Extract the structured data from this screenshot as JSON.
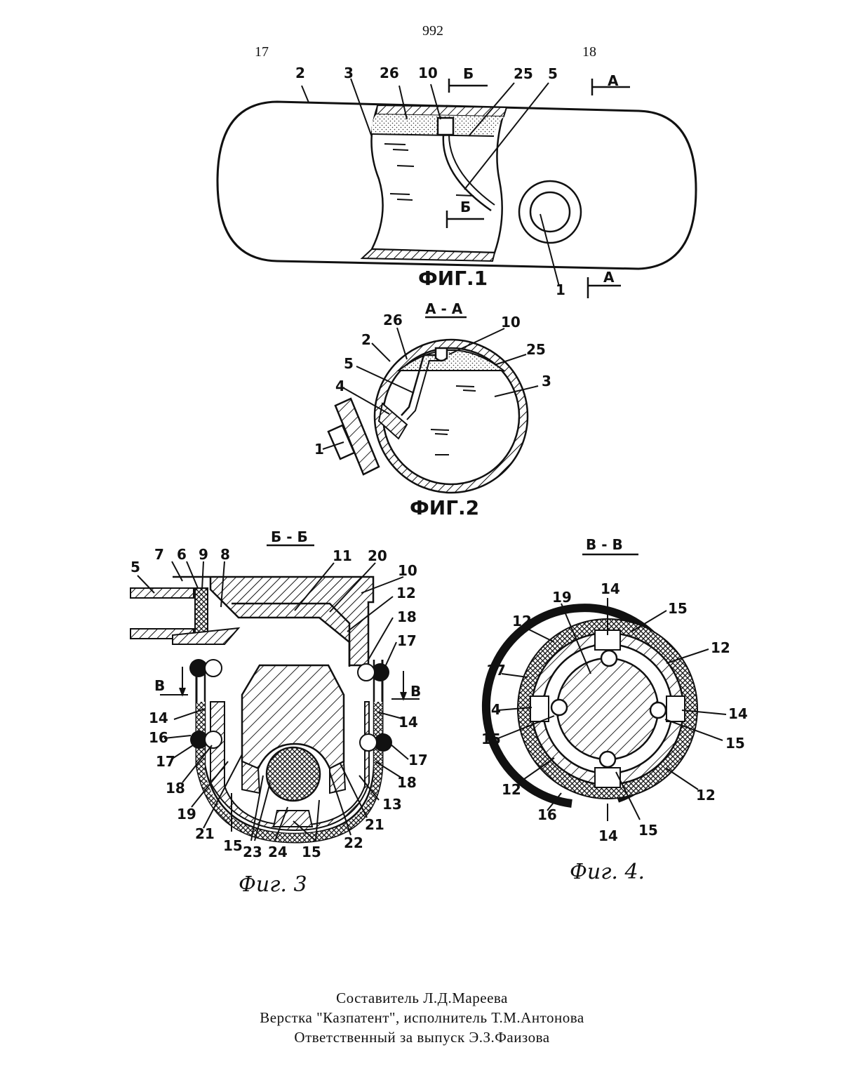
{
  "page": {
    "number": "992",
    "col_left": "17",
    "col_right": "18"
  },
  "fig1": {
    "caption": "ФИГ.1",
    "labels": {
      "l2": "2",
      "l3": "3",
      "l26": "26",
      "l10": "10",
      "l25": "25",
      "l5": "5",
      "l1": "1"
    },
    "section_b_top": "Б",
    "section_b_bottom": "Б",
    "section_a_top": "А",
    "section_a_bottom": "А"
  },
  "fig2": {
    "title": "А - А",
    "caption": "ФИГ.2",
    "labels": {
      "l26": "26",
      "l10": "10",
      "l2": "2",
      "l25": "25",
      "l5": "5",
      "l3": "3",
      "l4": "4",
      "l1": "1"
    }
  },
  "fig3": {
    "title": "Б - Б",
    "caption": "Фиг. 3",
    "labels": {
      "l7": "7",
      "l6": "6",
      "l9": "9",
      "l8": "8",
      "l5": "5",
      "l11": "11",
      "l20": "20",
      "l10": "10",
      "l12": "12",
      "l18a": "18",
      "l17a": "17",
      "la": "В",
      "lb": "В",
      "l14a": "14",
      "l16": "16",
      "l17b": "17",
      "l18b": "18",
      "l19": "19",
      "l21a": "21",
      "l15a": "15",
      "l23": "23",
      "l24": "24",
      "l15b": "15",
      "l22": "22",
      "l21b": "21",
      "l13": "13",
      "l18c": "18",
      "l17c": "17",
      "l14b": "14"
    }
  },
  "fig4": {
    "title": "В - В",
    "caption": "Фиг. 4.",
    "labels": {
      "l14t": "14",
      "l19": "19",
      "l15t": "15",
      "l12a": "12",
      "l12b": "12",
      "l17": "17",
      "l14l": "14",
      "l14r": "14",
      "l15l": "15",
      "l15r": "15",
      "l12c": "12",
      "l12d": "12",
      "l16": "16",
      "l14b": "14",
      "l15b": "15"
    }
  },
  "footer": {
    "line1": "Составитель  Л.Д.Мареева",
    "line2": "Верстка  \"Казпатент\",  исполнитель    Т.М.Антонова",
    "line3": "Ответственный  за  выпуск    Э.З.Фаизова"
  }
}
